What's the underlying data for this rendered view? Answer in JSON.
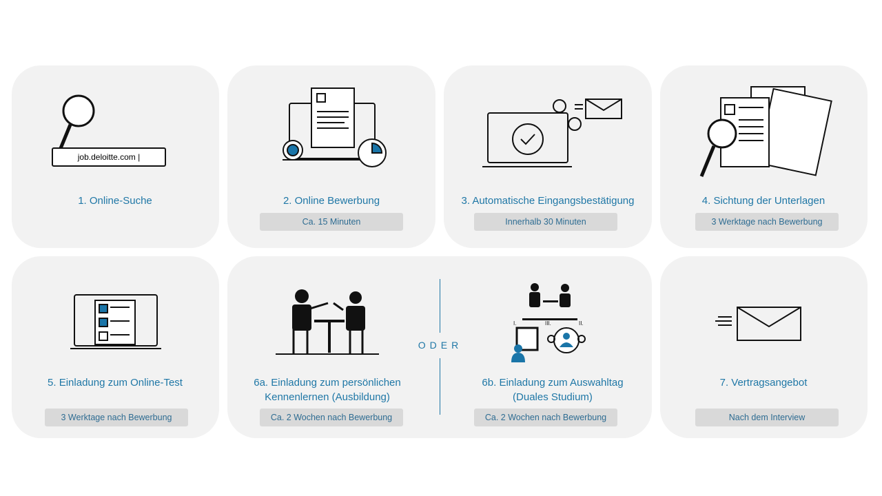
{
  "steps": [
    {
      "title": "1. Online-Suche",
      "url": "job.deloitte.com |"
    },
    {
      "title": "2. Online  Bewerbung",
      "duration": "Ca. 15 Minuten"
    },
    {
      "title": "3. Automatische Eingangsbestätigung",
      "duration": "Innerhalb 30 Minuten"
    },
    {
      "title": "4. Sichtung der Unterlagen",
      "duration": "3 Werktage nach Bewerbung"
    },
    {
      "title": "5. Einladung  zum Online-Test",
      "duration": "3 Werktage nach Bewerbung"
    },
    {
      "title_l1": "6a. Einladung  zum persönlichen",
      "title_l2": "Kennenlernen  (Ausbildung)",
      "duration": "Ca. 2 Wochen nach Bewerbung"
    },
    {
      "title_l1": "6b. Einladung zum Auswahltag",
      "title_l2": "(Duales Studium)",
      "duration": "Ca. 2 Wochen nach Bewerbung"
    },
    {
      "title": "7. Vertragsangebot",
      "duration": "Nach dem Interview"
    }
  ],
  "oder": "ODER",
  "roman": {
    "i": "I.",
    "ii": "II.",
    "iii": "III."
  },
  "colors": {
    "card": "#f2f2f2",
    "accent": "#1f77a6",
    "pill": "#d9d9d9"
  }
}
